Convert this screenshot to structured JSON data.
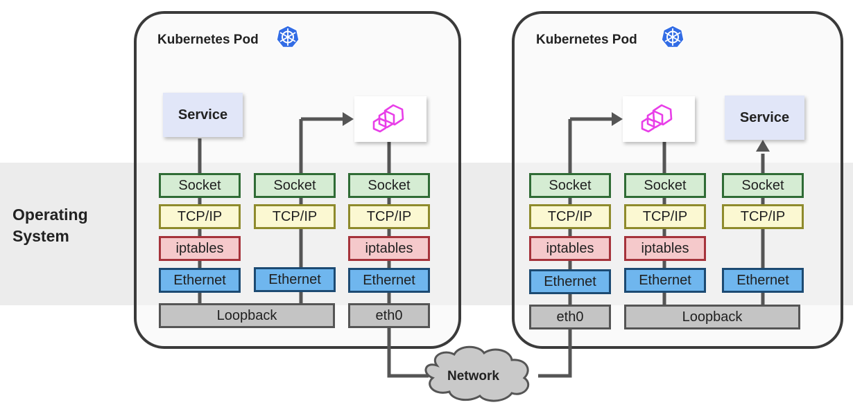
{
  "os_label": "Operating\nSystem",
  "pods": [
    {
      "title": "Kubernetes Pod"
    },
    {
      "title": "Kubernetes Pod"
    }
  ],
  "boxes": {
    "socket": "Socket",
    "tcpip": "TCP/IP",
    "iptables": "iptables",
    "ethernet": "Ethernet",
    "loopback": "Loopback",
    "eth0": "eth0",
    "service": "Service"
  },
  "network_label": "Network",
  "icons": {
    "pod_icon": "kubernetes-icon",
    "proxy_icon": "envoy-proxy-icon",
    "cloud": "network-cloud-icon"
  },
  "colors": {
    "socket": "#d5ecd3",
    "tcpip": "#fbf8d2",
    "iptables": "#f5c9cb",
    "ethernet": "#6fb6ee",
    "gray": "#c4c4c4",
    "service": "#e1e6f8",
    "envoy": "#e83ee8",
    "kubernetes": "#326ce5",
    "line": "#555555"
  }
}
